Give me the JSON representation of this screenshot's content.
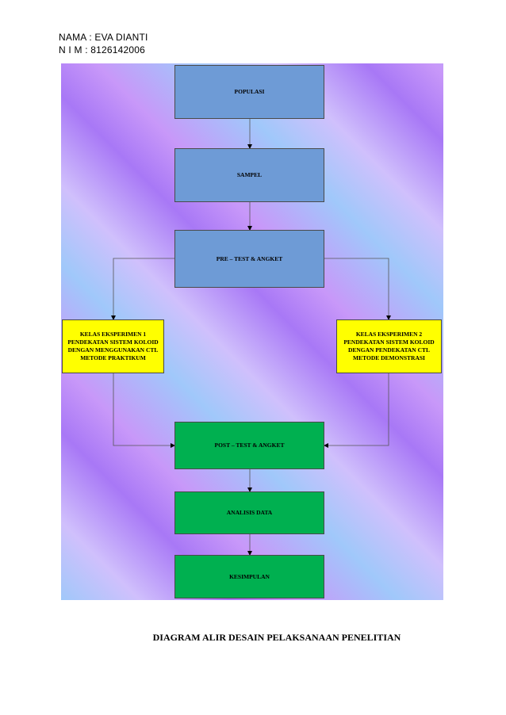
{
  "header": {
    "name_line": "NAMA : EVA DIANTI",
    "nim_line": "N I M   : 8126142006"
  },
  "nodes": {
    "populasi": "POPULASI",
    "sampel": "SAMPEL",
    "pretest": "PRE – TEST & ANGKET",
    "kelas1": [
      "KELAS EKSPERIMEN 1",
      "PENDEKATAN SISTEM KOLOID",
      "DENGAN MENGGUNAKAN CTL",
      "METODE PRAKTIKUM"
    ],
    "kelas2": [
      "KELAS EKSPERIMEN 2",
      "PENDEKATAN SISTEM KOLOID",
      "DENGAN PENDEKATAN CTL",
      "METODE DEMONSTRASI"
    ],
    "posttest": "POST – TEST & ANGKET",
    "analisis": "ANALISIS DATA",
    "kesimpulan": "KESIMPULAN"
  },
  "colors": {
    "blue_box": "#6e9bd6",
    "yellow_box": "#ffff00",
    "green_box": "#00b050"
  },
  "caption": "DIAGRAM ALIR DESAIN PELAKSANAAN PENELITIAN"
}
